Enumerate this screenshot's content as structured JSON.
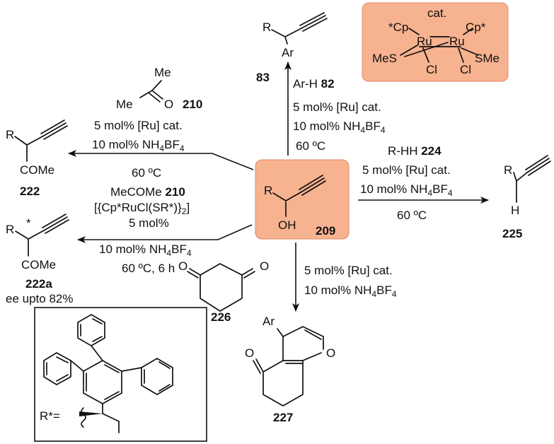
{
  "catalyst": {
    "label": "cat.",
    "ligand_left": "*Cp",
    "ligand_right": "Cp*",
    "metal_left": "Ru",
    "metal_right": "Ru",
    "bridge_left": "MeS",
    "bridge_right": "SMe",
    "cl_left": "Cl",
    "cl_right": "Cl",
    "color": "#f7b28f"
  },
  "starting": {
    "number": "209",
    "r": "R",
    "oh": "OH",
    "color": "#f7b28f"
  },
  "top": {
    "product_number": "83",
    "r": "R",
    "ar": "Ar",
    "reagent_pre": "Ar-H ",
    "reagent_num": "82",
    "cond1": "5 mol% [Ru] cat.",
    "cond2_pre": "10 mol% NH",
    "cond2_sub1": "4",
    "cond2_mid": "BF",
    "cond2_sub2": "4",
    "temp": "60 ºC"
  },
  "left_upper": {
    "me": "Me",
    "mec": "Me",
    "o": "O",
    "reagent_num": "210",
    "cond1": "5 mol% [Ru] cat.",
    "cond2_pre": "10 mol% NH",
    "cond2_sub1": "4",
    "cond2_mid": "BF",
    "cond2_sub2": "4",
    "temp": "60 ºC",
    "r": "R",
    "come": "COMe",
    "product_number": "222"
  },
  "left_lower": {
    "reagent_pre": "MeCOMe ",
    "reagent_num": "210",
    "cat_line": "[{Cp*RuCl(SR*)}",
    "cat_sub": "2",
    "cat_end": "]",
    "loading": "5 mol%",
    "cond2_pre": "10 mol% NH",
    "cond2_sub1": "4",
    "cond2_mid": "BF",
    "cond2_sub2": "4",
    "temp": "60 ºC, 6 h",
    "r": "R",
    "star": "*",
    "come": "COMe",
    "product_number": "222a",
    "ee": "ee upto 82%"
  },
  "right": {
    "reagent_pre": "R-HH ",
    "reagent_num": "224",
    "cond1": "5 mol% [Ru] cat.",
    "cond2_pre": "10 mol% NH",
    "cond2_sub1": "4",
    "cond2_mid": "BF",
    "cond2_sub2": "4",
    "temp": "60 ºC",
    "r": "R",
    "h": "H",
    "product_number": "225"
  },
  "bottom": {
    "o1": "O",
    "o2": "O",
    "reagent_num": "226",
    "cond1": "5 mol% [Ru] cat.",
    "cond2_pre": "10 mol% NH",
    "cond2_sub1": "4",
    "cond2_mid": "BF",
    "cond2_sub2": "4",
    "ar": "Ar",
    "o3": "O",
    "o4": "O",
    "product_number": "227"
  },
  "inset": {
    "r_label": "R*="
  }
}
